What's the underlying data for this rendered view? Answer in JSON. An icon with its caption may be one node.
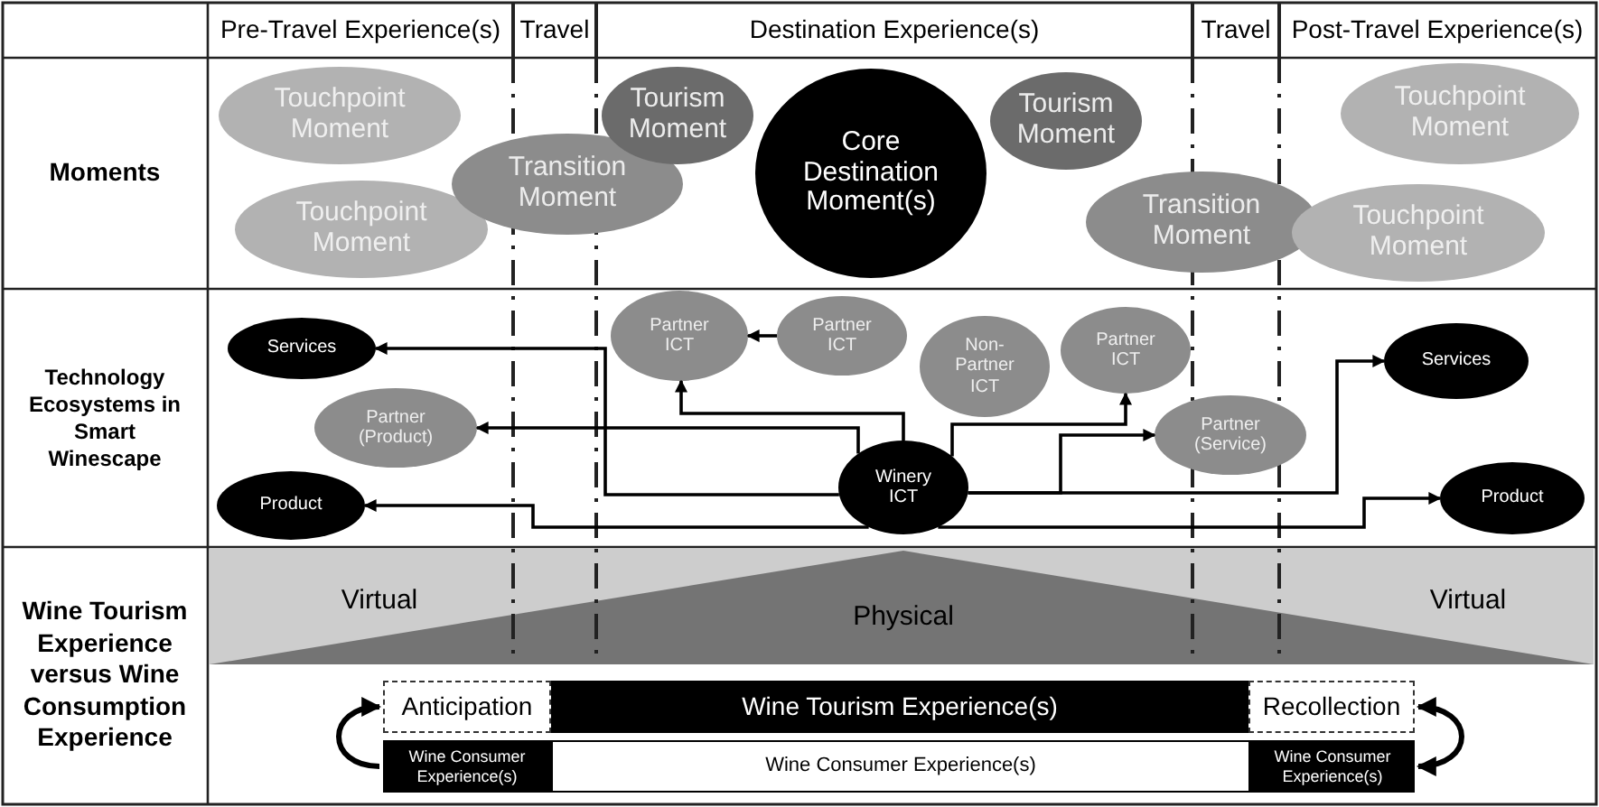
{
  "diagram": {
    "nodes": [
      {
        "text": [
          "Touchpoint Moment"
        ]
      },
      {
        "text": [
          "Touchpoint Moment"
        ]
      },
      {
        "text": [
          "Transition Moment"
        ]
      },
      {
        "text": [
          "Tourism Moment"
        ]
      },
      {
        "text": [
          "Core Destination Moment(s)"
        ]
      },
      {
        "text": [
          "Tourism Moment"
        ]
      },
      {
        "text": [
          "Transition Moment"
        ]
      },
      {
        "text": [
          "Touchpoint Moment"
        ]
      },
      {
        "text": [
          "Touchpoint Moment"
        ]
      },
      {
        "text": [
          "Services"
        ]
      },
      {
        "text": [
          "Partner (Product)"
        ]
      },
      {
        "text": [
          "Product"
        ]
      },
      {
        "text": [
          "Partner ICT"
        ]
      },
      {
        "text": [
          "Partner ICT"
        ]
      },
      {
        "text": [
          "Non-Partner ICT"
        ]
      },
      {
        "text": [
          "Partner ICT"
        ]
      },
      {
        "text": [
          "Partner (Service)"
        ]
      },
      {
        "text": [
          "Services"
        ]
      },
      {
        "text": [
          "Winery ICT"
        ]
      },
      {
        "text": [
          "Product"
        ]
      },
      {
        "text": [
          "Anticipation"
        ]
      },
      {
        "text": [
          "Wine Tourism Experience(s)"
        ]
      },
      {
        "text": [
          "Recollection"
        ]
      },
      {
        "text": [
          "Wine Consumer Experience(s)"
        ]
      },
      {
        "text": [
          "Wine Consumer Experience(s)"
        ]
      },
      {
        "text": [
          "Wine Consumer Experience(s)"
        ]
      }
    ],
    "edges": [
      {
        "from": 18,
        "to": 9,
        "arrow": "to"
      },
      {
        "from": 18,
        "to": 10,
        "arrow": "to"
      },
      {
        "from": 18,
        "to": 11,
        "arrow": "to"
      },
      {
        "from": 18,
        "to": 12,
        "arrow": "to"
      },
      {
        "from": 13,
        "to": 12,
        "arrow": "to"
      },
      {
        "from": 18,
        "to": 15,
        "arrow": "to"
      },
      {
        "from": 18,
        "to": 16,
        "arrow": "to"
      },
      {
        "from": 18,
        "to": 17,
        "arrow": "to"
      },
      {
        "from": 18,
        "to": 19,
        "arrow": "to"
      },
      {
        "from": 23,
        "to": 20,
        "arrow": "to"
      },
      {
        "from": 22,
        "to": 25,
        "arrow": "both"
      }
    ],
    "labels": [
      "Pre-Travel Experience(s)",
      "Travel",
      "Destination Experience(s)",
      "Travel",
      "Post-Travel Experience(s)",
      "Moments",
      "Technology Ecosystems in Smart Winescape",
      "Wine Tourism Experience versus Wine Consumption Experience",
      "Virtual",
      "Physical",
      "Virtual"
    ]
  }
}
